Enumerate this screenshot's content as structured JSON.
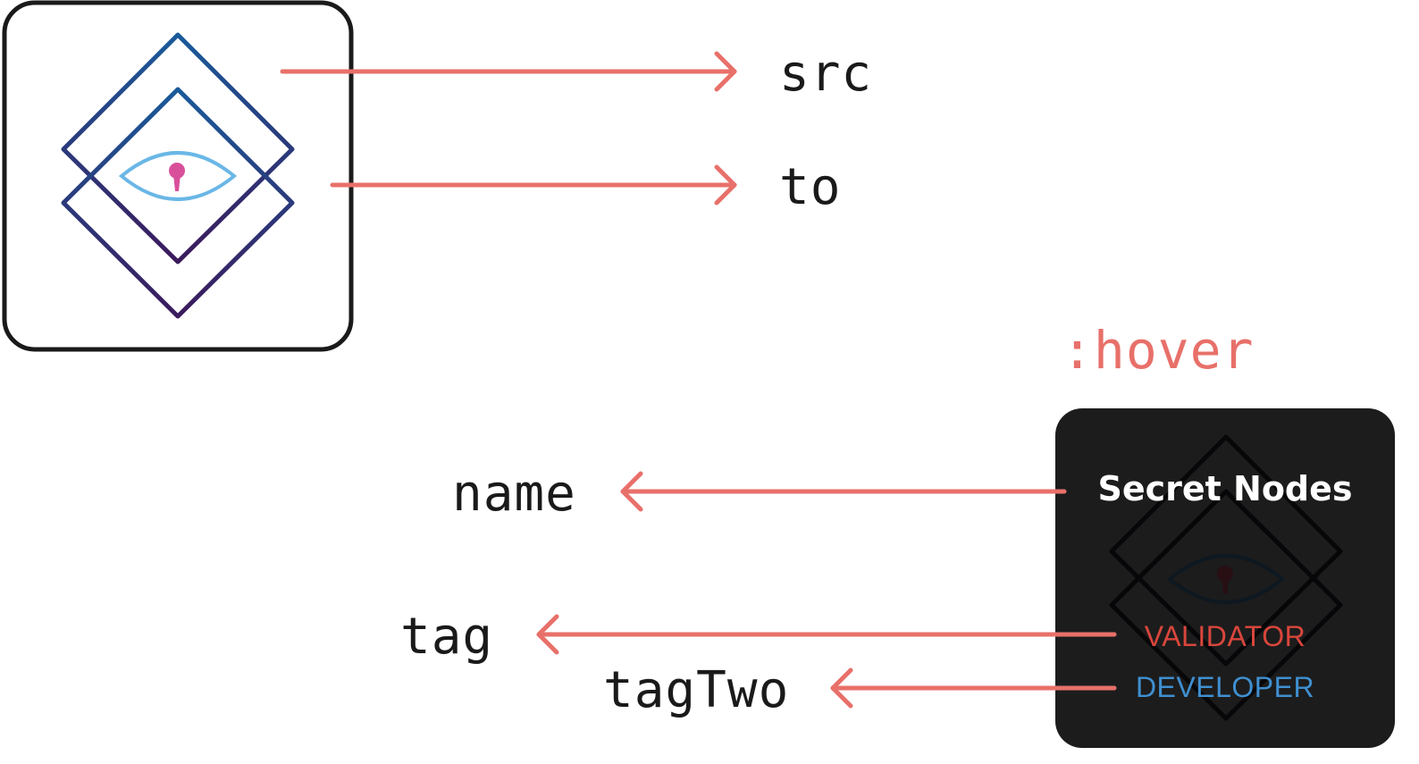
{
  "labels": {
    "src": "src",
    "to": "to",
    "name": "name",
    "tag": "tag",
    "tag_two": "tagTwo",
    "hover": ":hover"
  },
  "card": {
    "title": "Secret Nodes",
    "tag_one": "VALIDATOR",
    "tag_two": "DEVELOPER"
  },
  "colors": {
    "arrow": "#e8706a",
    "hover_label": "#e8706a",
    "card_background": "#1c1c1c",
    "validator": "#d9463c",
    "developer": "#3f8fd0",
    "eye": "#6ab7e6",
    "keyhole": "#d9509a",
    "frame": "#1a1a1a"
  },
  "icons": {
    "logo": "diamond-eye-logo-icon",
    "arrow": "arrow-icon"
  }
}
